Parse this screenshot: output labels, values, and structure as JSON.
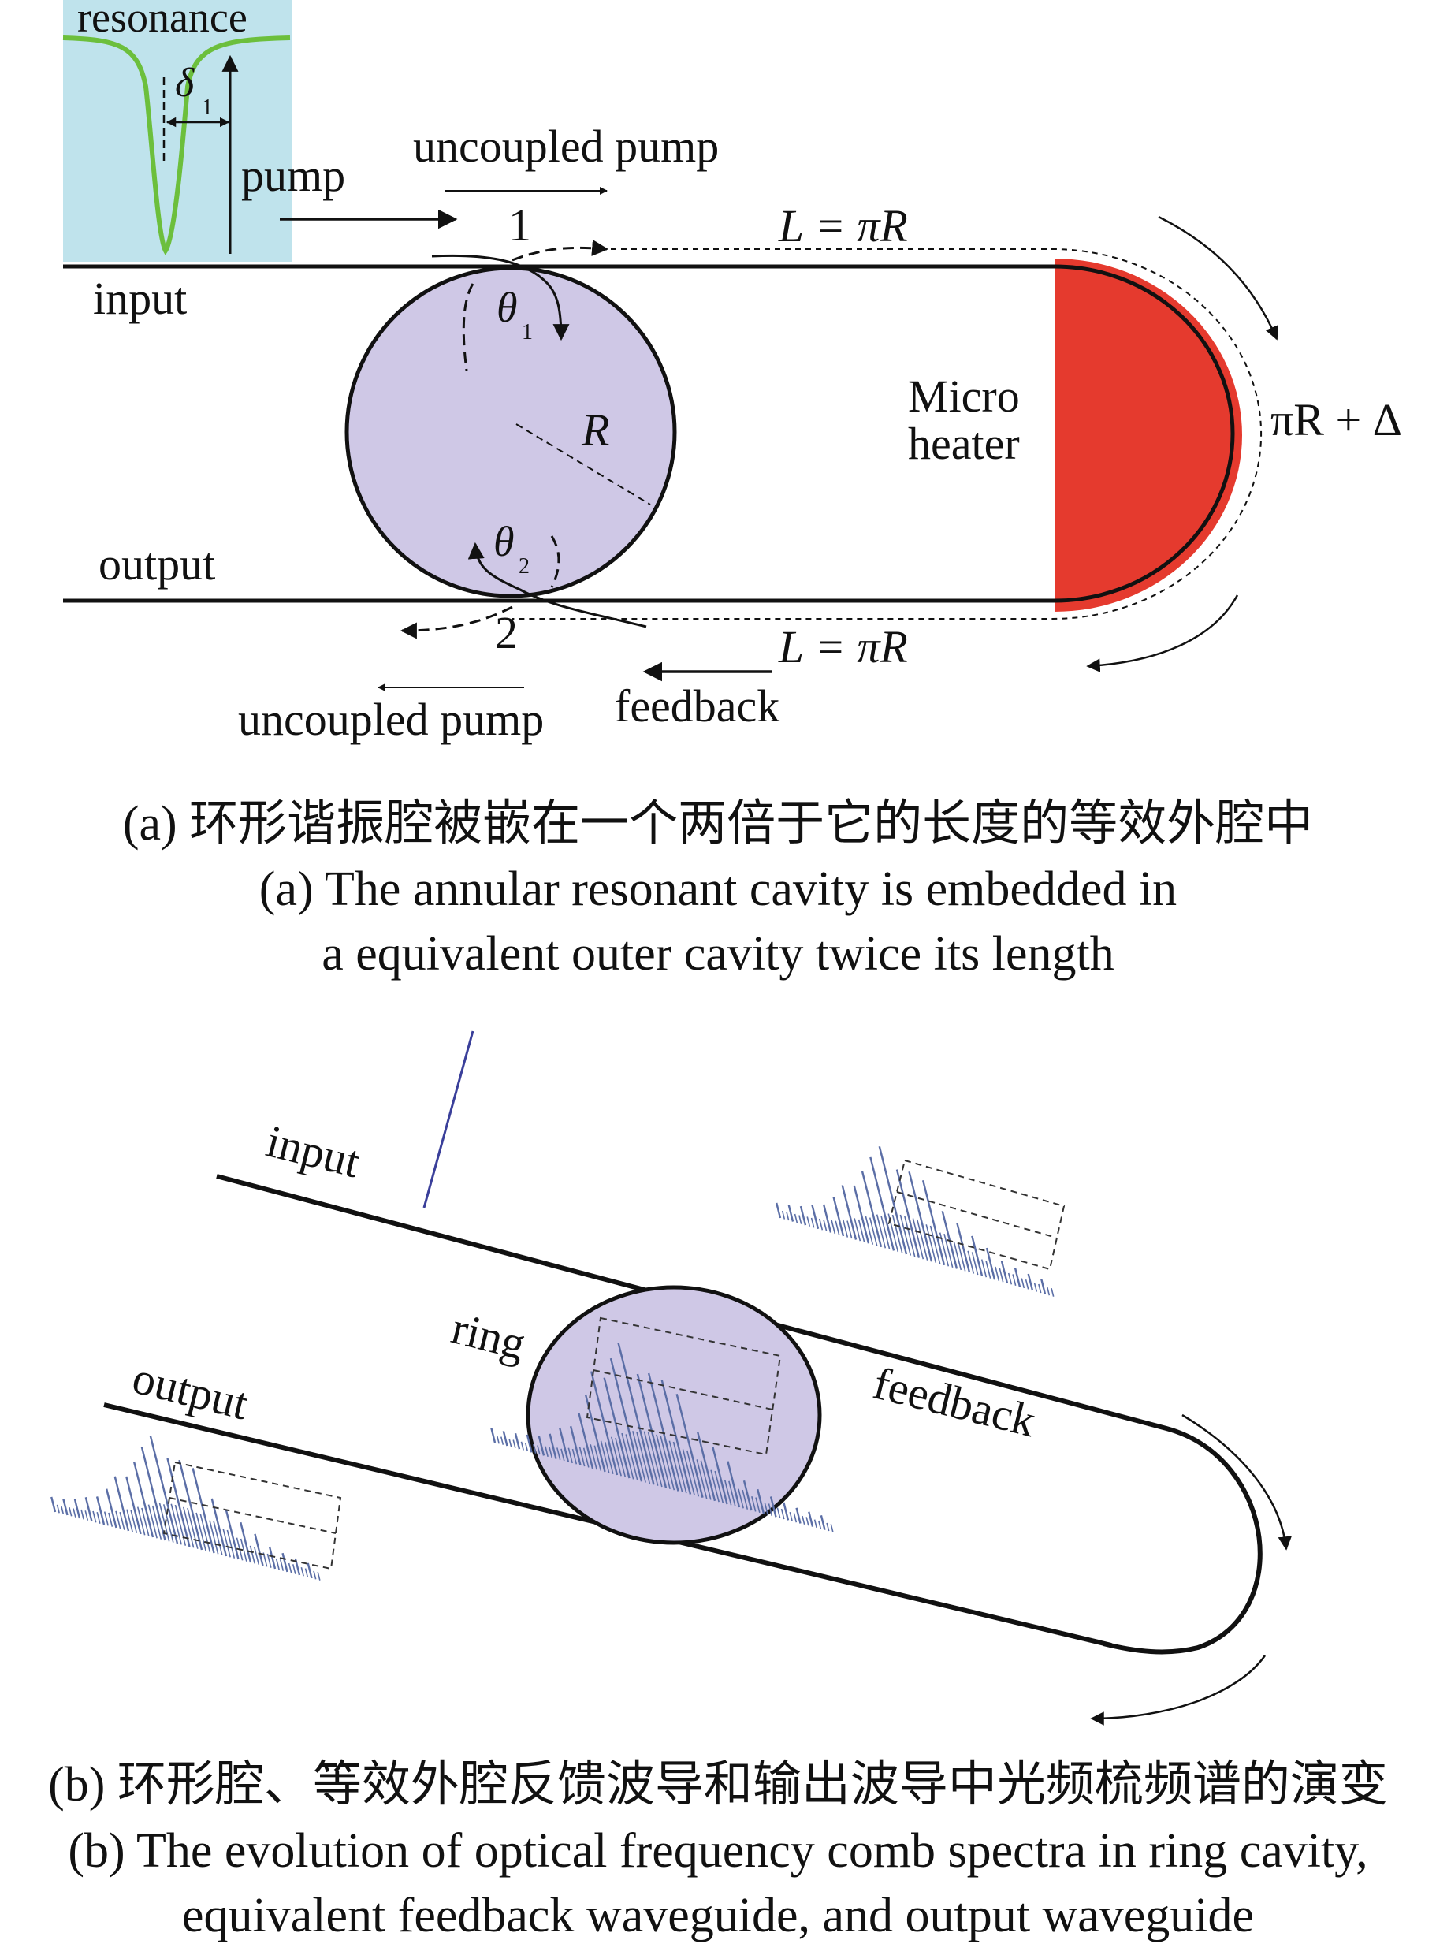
{
  "panel_a": {
    "inset_label": "resonance",
    "delta_label": "δ",
    "delta_sub": "1",
    "pump_label": "pump",
    "uncoupled_pump_top": "uncoupled pump",
    "uncoupled_pump_bottom": "uncoupled pump",
    "port1": "1",
    "port2": "2",
    "input_label": "input",
    "output_label": "output",
    "theta1": "θ",
    "theta1_sub": "1",
    "theta2": "θ",
    "theta2_sub": "2",
    "radius_label": "R",
    "length_top": "L = πR",
    "length_bottom": "L = πR",
    "heater_line1": "Micro",
    "heater_line2": "heater",
    "arc_length": "πR + Δ",
    "feedback_label": "feedback",
    "caption_cn": "(a) 环形谐振腔被嵌在一个两倍于它的长度的等效外腔中",
    "caption_en_line1": "(a) The annular resonant cavity is embedded in",
    "caption_en_line2": "a equivalent outer cavity twice its length"
  },
  "panel_b": {
    "input_label": "input",
    "output_label": "output",
    "ring_label": "ring",
    "feedback_label": "feedback",
    "caption_cn": "(b) 环形腔、等效外腔反馈波导和输出波导中光频梳频谱的演变",
    "caption_en_line1": "(b) The evolution of optical frequency comb spectra in ring cavity,",
    "caption_en_line2": "equivalent feedback waveguide, and output waveguide"
  },
  "colors": {
    "ring_fill": "#cfc8e6",
    "heater_red": "#e53a2e",
    "inset_bg": "#bfe3ec",
    "resonance_green": "#6cbf3c",
    "comb_blue": "#5b6ea6",
    "line": "#111111"
  }
}
